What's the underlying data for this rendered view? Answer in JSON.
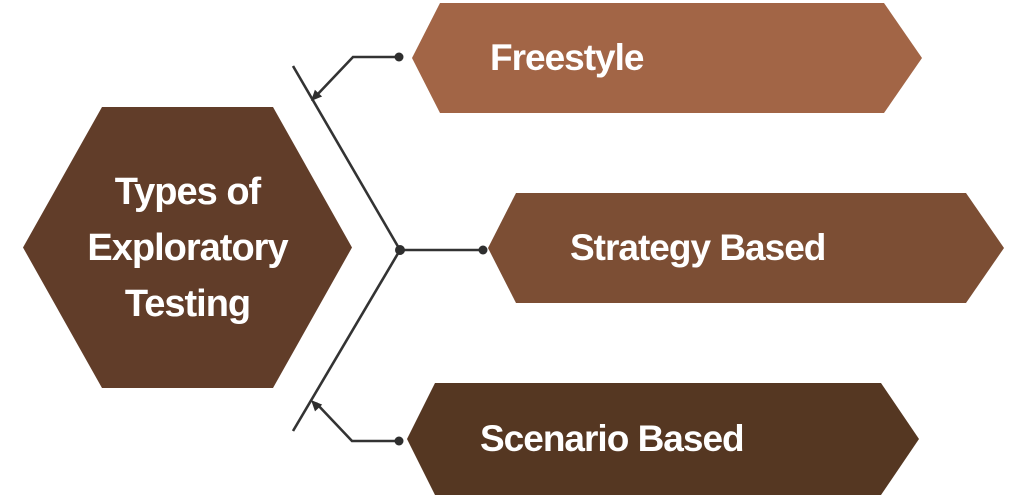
{
  "diagram": {
    "background_color": "#FFFFFF",
    "connector_color": "#333333",
    "text_color": "#FFFFFF",
    "root": {
      "label": "Types of Exploratory Testing",
      "shape": "hexagon",
      "fill_color": "#613D29"
    },
    "nodes": [
      {
        "label": "Freestyle",
        "shape": "pointed-banner",
        "fill_color": "#A26546"
      },
      {
        "label": "Strategy Based",
        "shape": "pointed-banner",
        "fill_color": "#7C4E34"
      },
      {
        "label": "Scenario Based",
        "shape": "pointed-banner",
        "fill_color": "#553722"
      }
    ]
  }
}
